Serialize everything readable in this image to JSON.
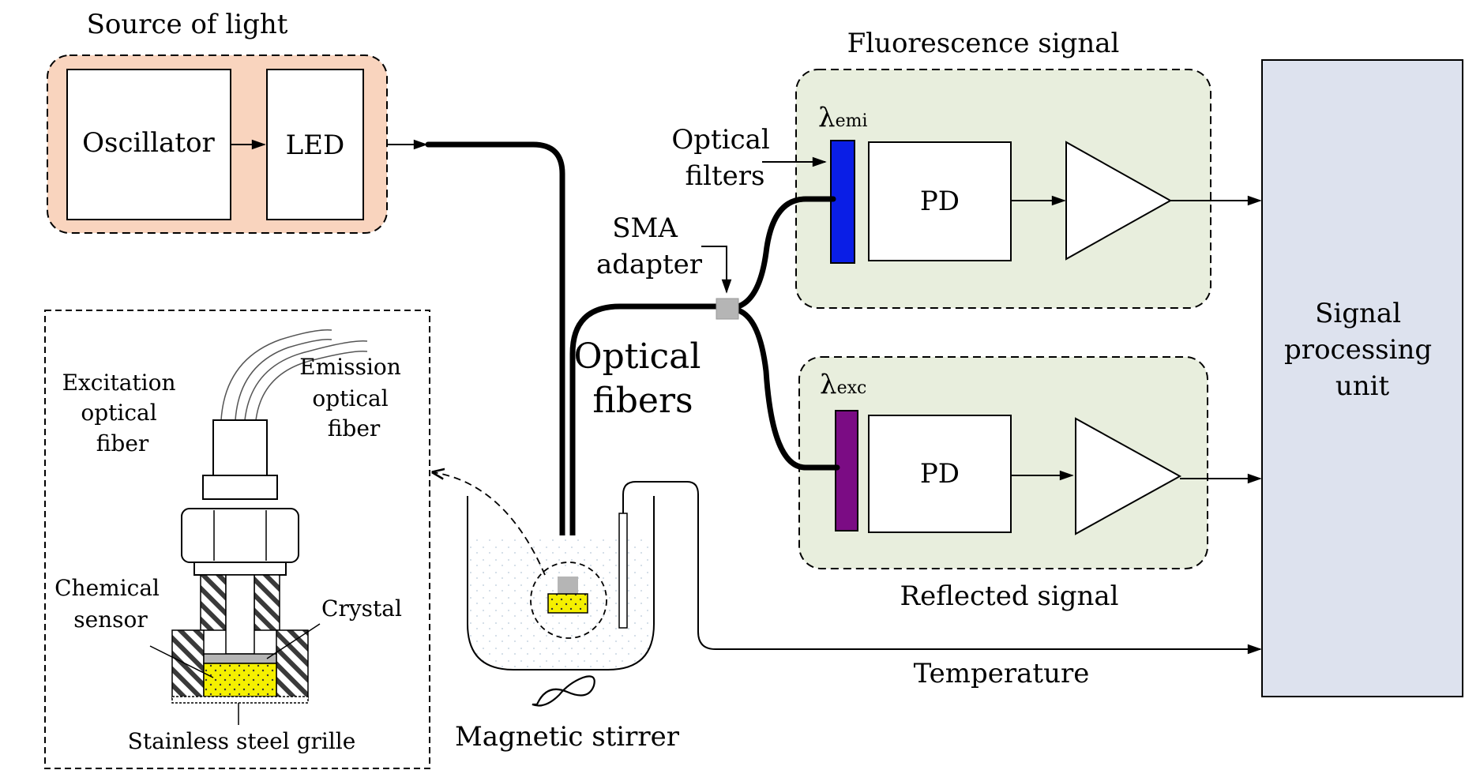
{
  "source_group": {
    "title": "Source of light",
    "oscillator": "Oscillator",
    "led": "LED",
    "fill": "#F9D4BE"
  },
  "fluorescence": {
    "title": "Fluorescence signal",
    "lambda_symbol": "λ",
    "lambda_sub": "emi",
    "pd": "PD",
    "filter_color": "#0A1EE6"
  },
  "reflected": {
    "title": "Reflected signal",
    "lambda_symbol": "λ",
    "lambda_sub": "exc",
    "pd": "PD",
    "filter_color": "#7B0C84"
  },
  "panel_fill": "#E8EEDD",
  "spu": {
    "lines": [
      "Signal",
      "processing",
      "unit"
    ],
    "fill": "#DDE2EE"
  },
  "labels": {
    "optical_filters": [
      "Optical",
      "filters"
    ],
    "sma_adapter": [
      "SMA",
      "adapter"
    ],
    "optical_fibers": [
      "Optical",
      "fibers"
    ],
    "temperature": "Temperature",
    "magnetic_stirrer": "Magnetic stirrer"
  },
  "probe": {
    "excitation": [
      "Excitation",
      "optical",
      "fiber"
    ],
    "emission": [
      "Emission",
      "optical",
      "fiber"
    ],
    "chemical_sensor": [
      "Chemical",
      "sensor"
    ],
    "crystal": "Crystal",
    "grille": "Stainless steel grille",
    "sensor_color": "#F5F000"
  }
}
